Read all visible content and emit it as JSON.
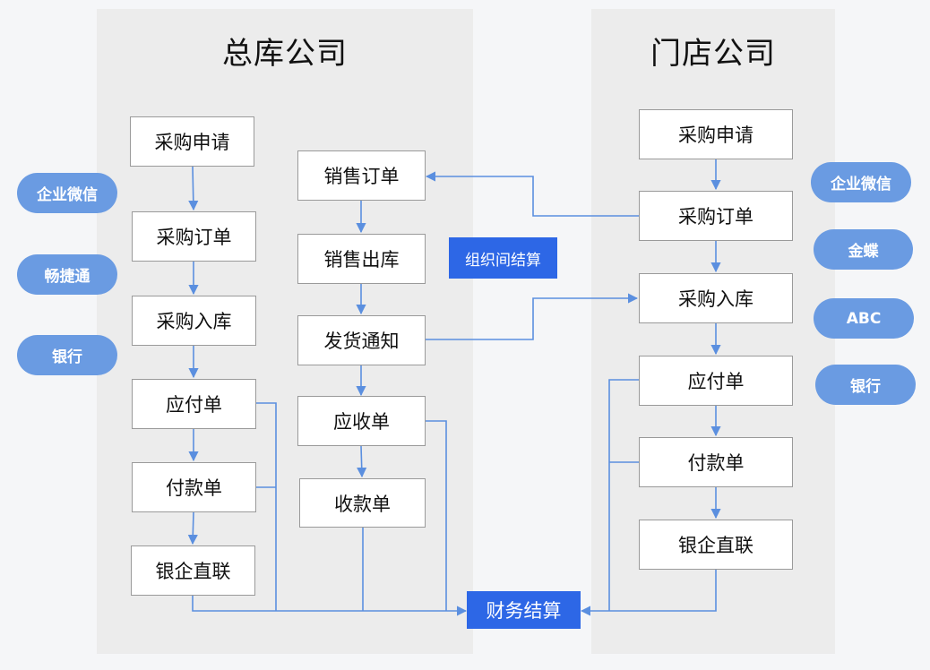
{
  "panels": {
    "hq_title": "总库公司",
    "store_title": "门店公司"
  },
  "hq_purchase": [
    "采购申请",
    "采购订单",
    "采购入库",
    "应付单",
    "付款单",
    "银企直联"
  ],
  "hq_sales": [
    "销售订单",
    "销售出库",
    "发货通知",
    "应收单",
    "收款单"
  ],
  "store_flow": [
    "采购申请",
    "采购订单",
    "采购入库",
    "应付单",
    "付款单",
    "银企直联"
  ],
  "left_pills": [
    "企业微信",
    "畅捷通",
    "银行"
  ],
  "right_pills": [
    "企业微信",
    "金蝶",
    "ABC",
    "银行"
  ],
  "tags": {
    "inter_org": "组织间结算",
    "finance": "财务结算"
  },
  "colors": {
    "line": "#5b8fdf",
    "pill": "#6a9be2",
    "tag": "#2d67e6"
  }
}
